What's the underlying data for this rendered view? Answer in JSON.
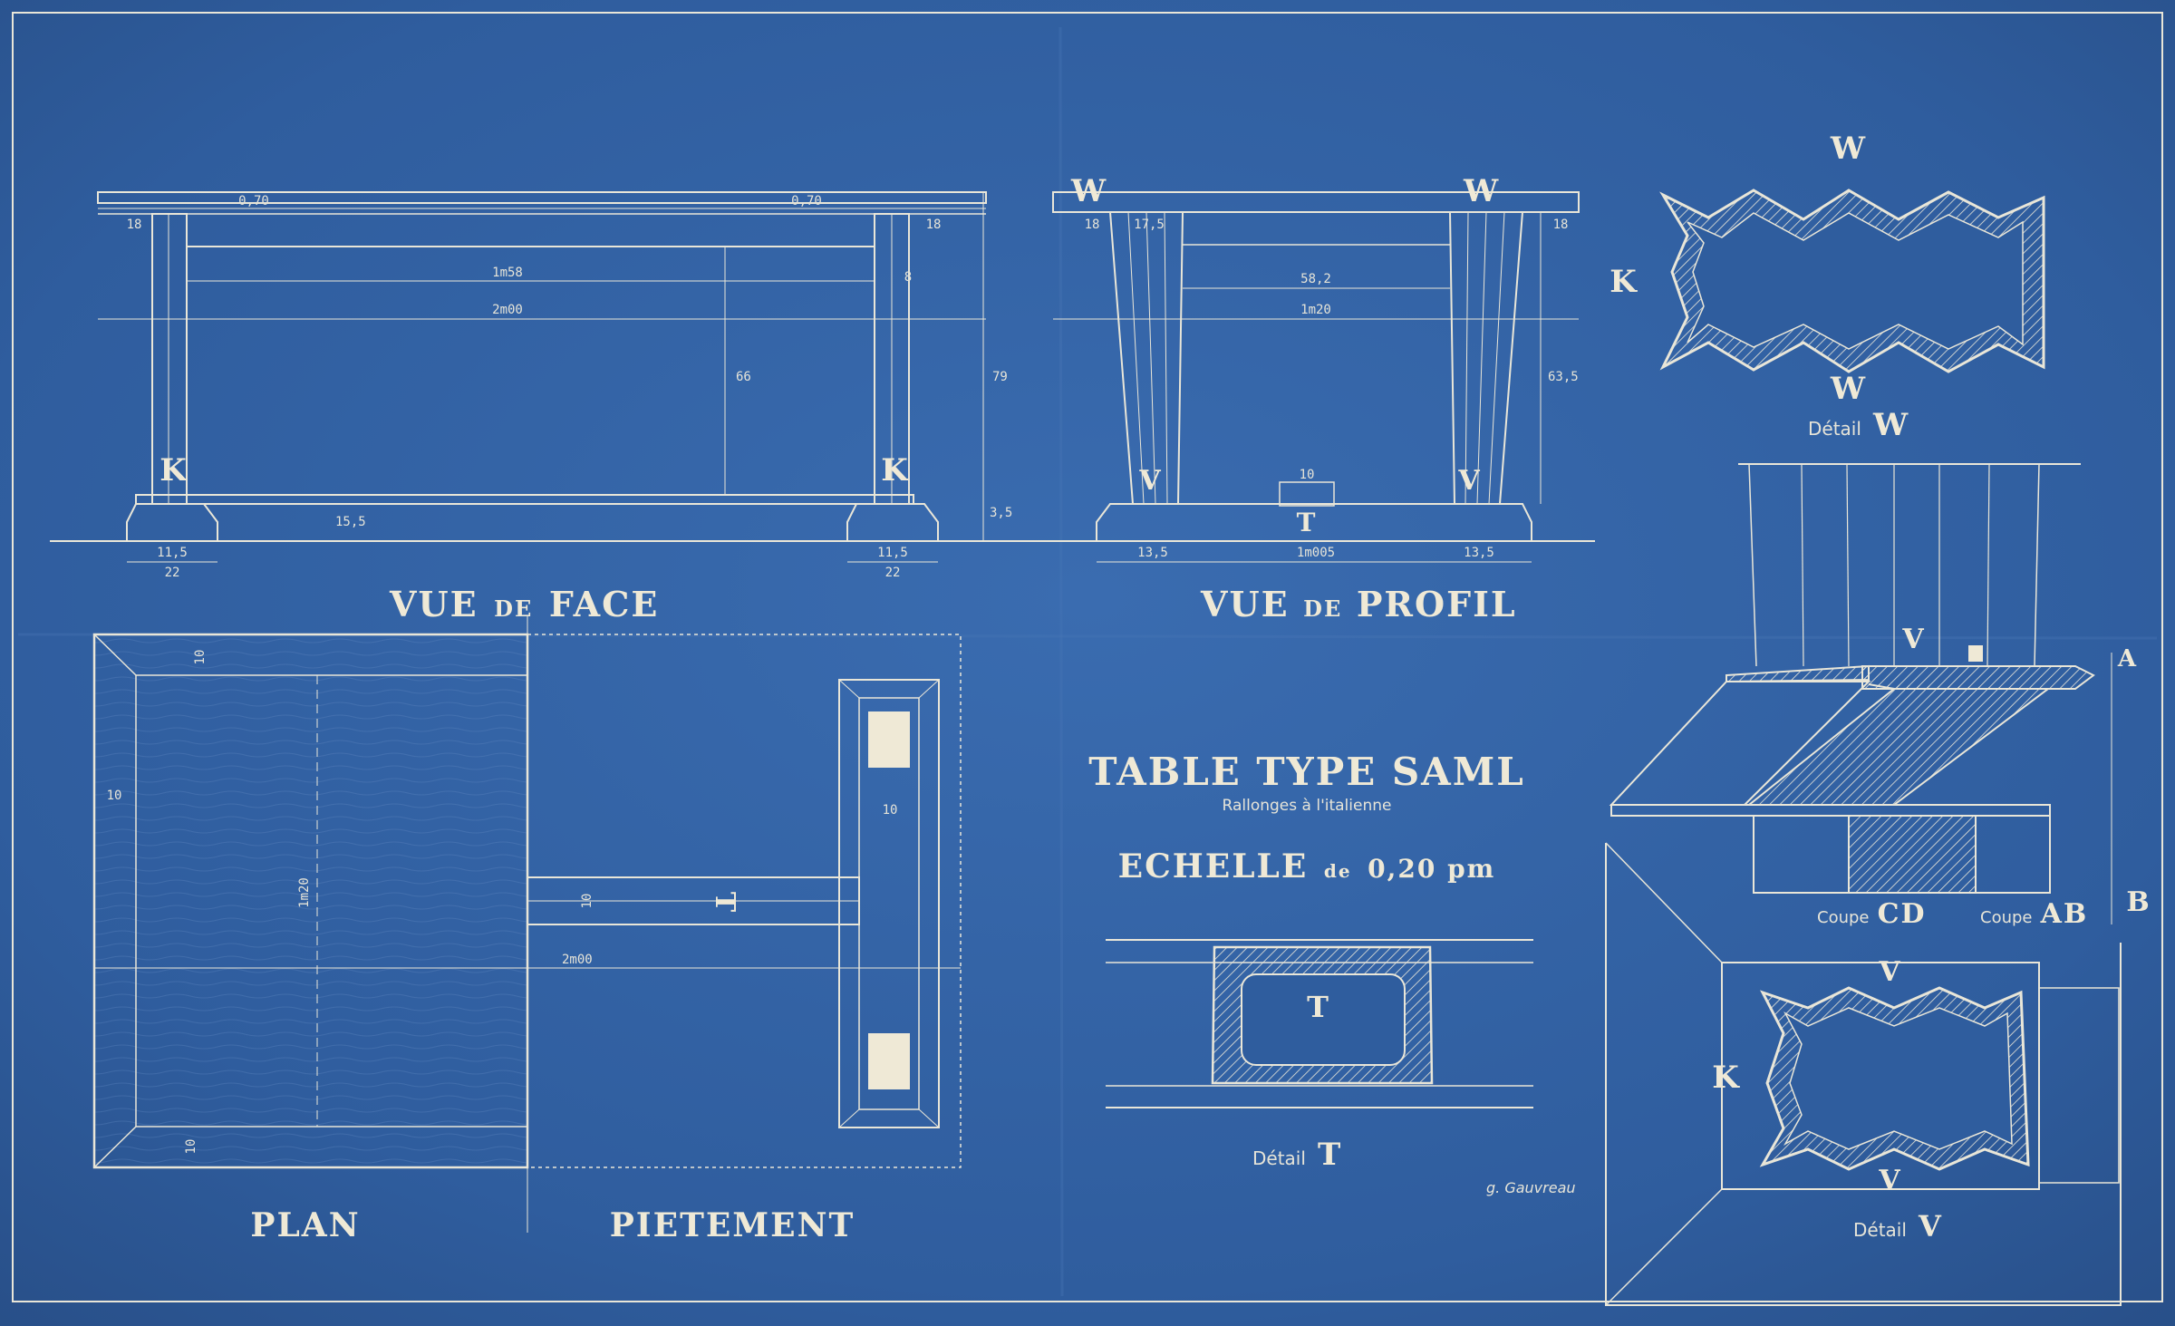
{
  "drawing": {
    "title": "TABLE TYPE SAML",
    "subtitle": "Rallonges à l'italienne",
    "scale_word": "ECHELLE",
    "scale_de": "de",
    "scale_value": "0,20 pm",
    "signature": "g. Gauvreau"
  },
  "views": {
    "face_a": "VUE",
    "face_b": "DE",
    "face_c": "FACE",
    "profil_a": "VUE",
    "profil_b": "DE",
    "profil_c": "PROFIL",
    "plan": "PLAN",
    "pietement": "PIETEMENT"
  },
  "details": {
    "detail_word": "Détail",
    "w": "W",
    "t": "T",
    "v": "V",
    "coupe_word": "Coupe",
    "cd": "CD",
    "ab": "AB"
  },
  "markers": {
    "k": "K",
    "w": "W",
    "v": "V",
    "t": "T",
    "a": "A",
    "b": "B"
  },
  "dims": {
    "face_overall": "2m00",
    "face_inner": "1m58",
    "face_top_left": "0,70",
    "face_top_right": "0,70",
    "face_leg_left": "18",
    "face_leg_right": "18",
    "face_apron": "8",
    "face_height_inner": "66",
    "face_height_total": "79",
    "face_base_left_inner": "11,5",
    "face_base_left_outer": "22",
    "face_base_right_inner": "11,5",
    "face_base_right_outer": "22",
    "face_base_h": "3,5",
    "face_rail_h": "15,5",
    "profil_overall": "1m20",
    "profil_inner": "58,2",
    "profil_leg_top": "17,5",
    "profil_leg_left": "18",
    "profil_leg_right": "18",
    "profil_t": "10",
    "profil_bottom": "1m005",
    "profil_base_left": "13,5",
    "profil_base_right": "13,5",
    "profil_height": "63,5",
    "plan_width": "1m20",
    "plan_length": "2m00",
    "plan_border_top": "10",
    "plan_border_left": "10",
    "plan_border_bottom": "10",
    "piet_t": "10",
    "piet_bar": "10"
  },
  "colors": {
    "paper": "#2f5d9e",
    "ink": "#e9e6d8"
  }
}
